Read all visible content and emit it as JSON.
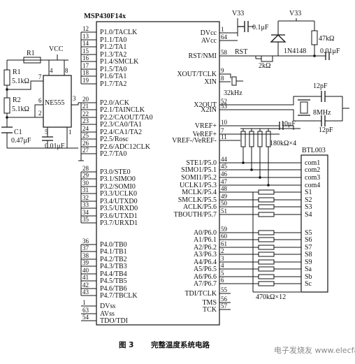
{
  "mcu": {
    "name": "MSP430F14x",
    "left": [
      {
        "pin": "12",
        "sig": "P1.0/TACLK"
      },
      {
        "pin": "13",
        "sig": "P1.1/TA0"
      },
      {
        "pin": "14",
        "sig": "P1.2/TA1"
      },
      {
        "pin": "15",
        "sig": "P1.3/TA2"
      },
      {
        "pin": "16",
        "sig": "P1.4/SMCLK"
      },
      {
        "pin": "17",
        "sig": "P1.5/TA0"
      },
      {
        "pin": "18",
        "sig": "P1.6/TA1"
      },
      {
        "pin": "19",
        "sig": "P1.7/TA2"
      },
      {
        "pin": "20",
        "sig": "P2.0/ACK"
      },
      {
        "pin": "21",
        "sig": "P2.1/TAINCLK"
      },
      {
        "pin": "22",
        "sig": "P2.2/CAOUT/TA0"
      },
      {
        "pin": "23",
        "sig": "P2.3/CA0/TA1"
      },
      {
        "pin": "24",
        "sig": "P2.4/CA1/TA2"
      },
      {
        "pin": "25",
        "sig": "P2.5/Rosc"
      },
      {
        "pin": "26",
        "sig": "P2.6/ADC12CLK"
      },
      {
        "pin": "27",
        "sig": "P2.7/TA0"
      },
      {
        "pin": "28",
        "sig": "P3.0/STE0"
      },
      {
        "pin": "29",
        "sig": "P3.1/SIMO0"
      },
      {
        "pin": "30",
        "sig": "P3.2/SOMI0"
      },
      {
        "pin": "31",
        "sig": "P3.3/UCLK0"
      },
      {
        "pin": "32",
        "sig": "P3.4/UTXD0"
      },
      {
        "pin": "33",
        "sig": "P3.5/URXD0"
      },
      {
        "pin": "34",
        "sig": "P3.6/UTXD1"
      },
      {
        "pin": "35",
        "sig": "P3.7/URXD1"
      },
      {
        "pin": "36",
        "sig": "P4.0/TB0"
      },
      {
        "pin": "37",
        "sig": "P4.1/TB1"
      },
      {
        "pin": "38",
        "sig": "P4.2/TB2"
      },
      {
        "pin": "39",
        "sig": "P4.3/TB3"
      },
      {
        "pin": "40",
        "sig": "P4.4/TB4"
      },
      {
        "pin": "41",
        "sig": "P4.5/TB5"
      },
      {
        "pin": "42",
        "sig": "P4.6/TB6"
      },
      {
        "pin": "43",
        "sig": "P4.7/TBCLK"
      },
      {
        "pin": "1",
        "sig": "DVss"
      },
      {
        "pin": "63",
        "sig": "AVss"
      },
      {
        "pin": "54",
        "sig": "TDO/TDI"
      }
    ],
    "right": [
      {
        "pin": "1",
        "sig": "DVcc"
      },
      {
        "pin": "64",
        "sig": "AVcc"
      },
      {
        "pin": "58",
        "sig": "RST/NMI"
      },
      {
        "pin": "9",
        "sig": "XOUT/TCLK"
      },
      {
        "pin": "8",
        "sig": "XIN"
      },
      {
        "pin": "52",
        "sig": "X2OUT"
      },
      {
        "pin": "53",
        "sig": "X2IN"
      },
      {
        "pin": "10",
        "sig": "VREF+"
      },
      {
        "pin": "7",
        "sig": "VeREF+"
      },
      {
        "pin": "11",
        "sig": "VREF-/VeREF-"
      },
      {
        "pin": "44",
        "sig": "STE1/P5.0"
      },
      {
        "pin": "45",
        "sig": "SIMO1/P5.1"
      },
      {
        "pin": "46",
        "sig": "SOMI1/P5.2"
      },
      {
        "pin": "47",
        "sig": "UCLK1/P5.3"
      },
      {
        "pin": "48",
        "sig": "MCLK/P5.4"
      },
      {
        "pin": "49",
        "sig": "SMCLK/P5.5"
      },
      {
        "pin": "50",
        "sig": "ACLK/P5.6"
      },
      {
        "pin": "51",
        "sig": "TBOUTH/P5.7"
      },
      {
        "pin": "59",
        "sig": "A0/P6.0"
      },
      {
        "pin": "60",
        "sig": "A1/P6.1"
      },
      {
        "pin": "61",
        "sig": "A2/P6.2"
      },
      {
        "pin": "2",
        "sig": "A3/P6.3"
      },
      {
        "pin": "3",
        "sig": "A4/P6.4"
      },
      {
        "pin": "4",
        "sig": "A5/P6.5"
      },
      {
        "pin": "5",
        "sig": "A6/P6.6"
      },
      {
        "pin": "6",
        "sig": "A7/P6.7"
      },
      {
        "pin": "55",
        "sig": "TDI/TCLK"
      },
      {
        "pin": "56",
        "sig": "TMS"
      },
      {
        "pin": "57",
        "sig": "TCK"
      }
    ]
  },
  "ne555": {
    "name": "NE555",
    "vcc": "VCC",
    "r1": "R1",
    "r1_val": "5.1kΩ",
    "r2": "R2",
    "r2_val": "5.1kΩ",
    "c1": "C1",
    "c1_val": "0.47μF",
    "c2_val": "0.01μF",
    "pin4": "4",
    "pin8": "8",
    "pin7": "7",
    "pin6": "6",
    "pin2": "2",
    "pin5": "5",
    "pin1": "1",
    "pin3": "3"
  },
  "power": {
    "v33a": "V33",
    "cap_dvcc": "0.1μF",
    "v33b": "V33",
    "r_rst": "47kΩ",
    "diode": "1N4148",
    "cap_rst": "0.01μF",
    "rst_label": "RST",
    "r_2k": "2kΩ"
  },
  "crystal": {
    "x1": "32kHz",
    "x2": "8MHz",
    "c1": "12pF",
    "c2": "12pF"
  },
  "vref": {
    "cap": "10μF",
    "rpack": "180kΩ×4"
  },
  "btl": {
    "name": "BTL003",
    "pins": [
      "com1",
      "com2",
      "com3",
      "com4",
      "S1",
      "S2",
      "S3",
      "S4",
      "S5",
      "S6",
      "S7",
      "S8",
      "S9",
      "Sa",
      "Sb",
      "Sc"
    ],
    "rpack": "470kΩ×12"
  },
  "caption": {
    "fig": "图 3",
    "text": "完整温度系统电路"
  },
  "watermark": "电子发烧友 www.elecfans.com"
}
